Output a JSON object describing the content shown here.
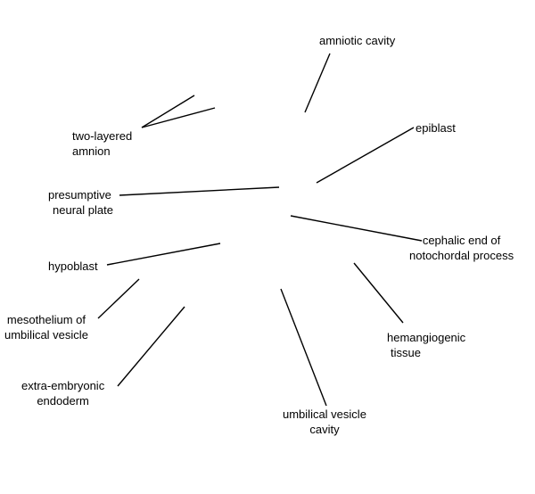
{
  "labels": {
    "amniotic_cavity": "amniotic cavity",
    "epiblast": "epiblast",
    "two_layered_amnion": [
      "two-layered",
      "amnion"
    ],
    "presumptive_neural_plate": [
      "presumptive",
      "neural plate"
    ],
    "cephalic_end_notochordal_process": [
      "cephalic end of",
      "notochordal process"
    ],
    "hypoblast": "hypoblast",
    "mesothelium_umbilical_vesicle": [
      "mesothelium of",
      "umbilical vesicle"
    ],
    "hemangiogenic_tissue": [
      "hemangiogenic",
      "tissue"
    ],
    "extra_embryonic_endoderm": [
      "extra-embryonic",
      "endoderm"
    ],
    "umbilical_vesicle_cavity": [
      "umbilical vesicle",
      "cavity"
    ]
  }
}
